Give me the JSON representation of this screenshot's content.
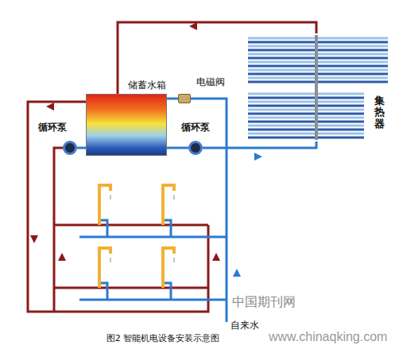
{
  "diagram": {
    "caption": "图2 智能机电设备安装示意图",
    "nodes": [
      {
        "text": [
          "储蓄水箱"
        ]
      },
      {
        "text": [
          "电磁阀"
        ]
      },
      {
        "text": [
          "集热器"
        ]
      },
      {
        "text": [
          "循环泵"
        ]
      },
      {
        "text": [
          "循环泵"
        ]
      }
    ],
    "edges": [
      {
        "from": 2,
        "to": 0,
        "arrow": "none"
      },
      {
        "from": 0,
        "to": 4,
        "arrow": "none"
      },
      {
        "from": 4,
        "to": 2,
        "arrow": "none"
      },
      {
        "from": 1,
        "to": 0,
        "arrow": "none"
      },
      {
        "from": 3,
        "to": 0,
        "arrow": "none"
      }
    ],
    "labels": [
      "自来水",
      "中国期刊网",
      "www.chinaqking.com"
    ]
  }
}
